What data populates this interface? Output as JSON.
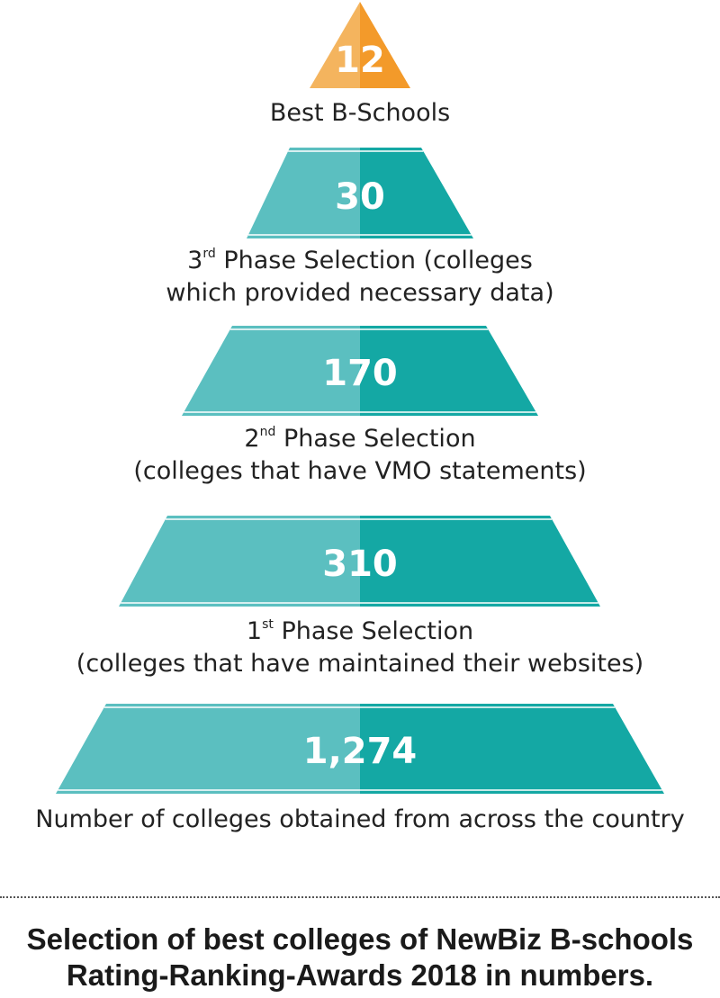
{
  "colors": {
    "top_left": "#f4b45e",
    "top_right": "#f39a2a",
    "tier_left": "#5bbfc0",
    "tier_right": "#14a8a4",
    "number_text": "#ffffff"
  },
  "tiers": [
    {
      "value": "12",
      "caption_lines": [
        {
          "text": "Best B-Schools"
        }
      ]
    },
    {
      "value": "30",
      "caption_lines": [
        {
          "pre": "3",
          "sup": "rd",
          "text": " Phase Selection (colleges"
        },
        {
          "text": "which provided necessary data)"
        }
      ]
    },
    {
      "value": "170",
      "caption_lines": [
        {
          "pre": "2",
          "sup": "nd",
          "text": " Phase Selection"
        },
        {
          "text": "(colleges that have VMO statements)"
        }
      ]
    },
    {
      "value": "310",
      "caption_lines": [
        {
          "pre": "1",
          "sup": "st",
          "text": " Phase Selection"
        },
        {
          "text": "(colleges that have maintained their websites)"
        }
      ]
    },
    {
      "value": "1,274",
      "caption_lines": [
        {
          "text": "Number of colleges obtained from across the country"
        }
      ]
    }
  ],
  "footer": {
    "line1": "Selection of best colleges of NewBiz B-schools",
    "line2": "Rating-Ranking-Awards 2018 in numbers."
  }
}
